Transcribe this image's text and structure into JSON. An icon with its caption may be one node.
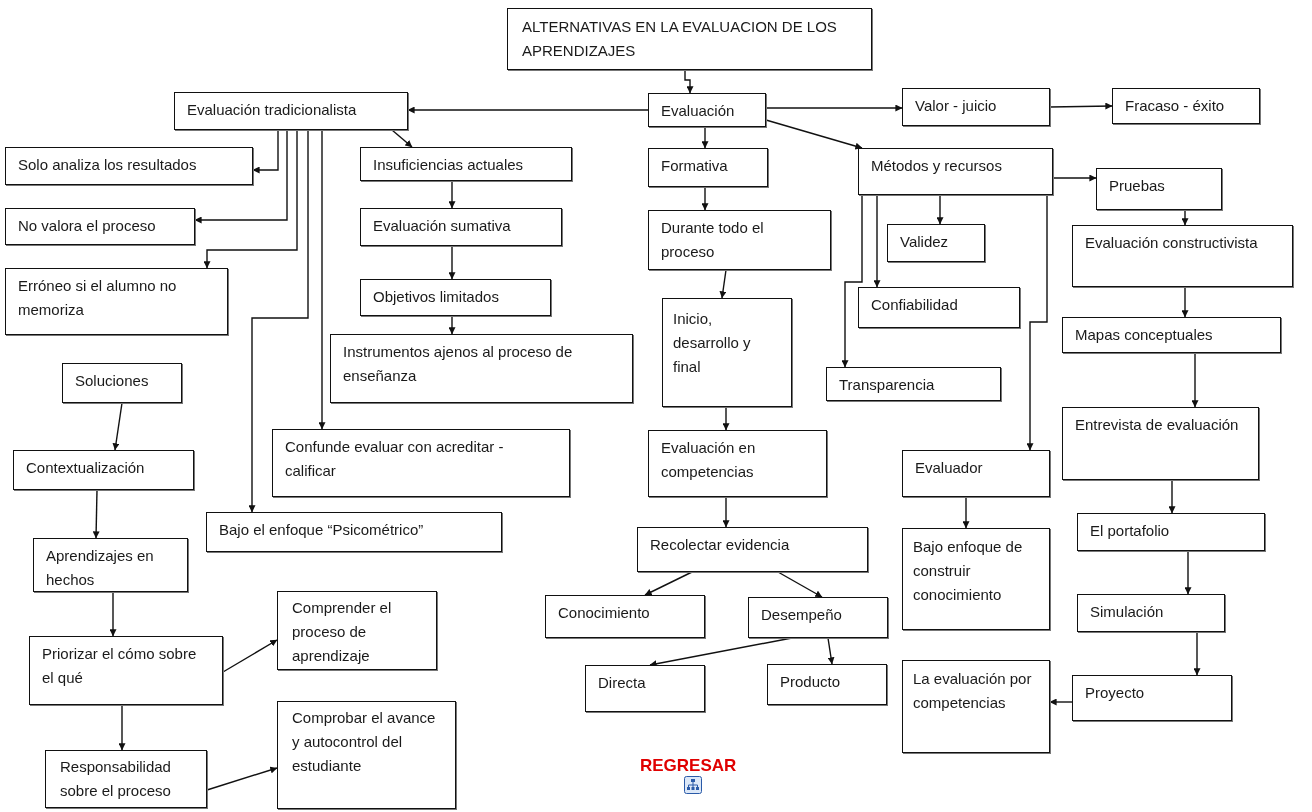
{
  "diagram": {
    "nodes": [
      {
        "text": [
          "ALTERNATIVAS EN LA EVALUACION DE LOS APRENDIZAJES"
        ]
      },
      {
        "text": [
          "Evaluación"
        ]
      },
      {
        "text": [
          "Evaluación tradicionalista"
        ]
      },
      {
        "text": [
          "Valor - juicio"
        ]
      },
      {
        "text": [
          "Fracaso - éxito"
        ]
      },
      {
        "text": [
          "Solo analiza los resultados"
        ]
      },
      {
        "text": [
          "Insuficiencias actuales"
        ]
      },
      {
        "text": [
          "Formativa"
        ]
      },
      {
        "text": [
          "Métodos y recursos"
        ]
      },
      {
        "text": [
          "Pruebas"
        ]
      },
      {
        "text": [
          "No valora el proceso"
        ]
      },
      {
        "text": [
          "Evaluación sumativa"
        ]
      },
      {
        "text": [
          "Durante todo el proceso"
        ]
      },
      {
        "text": [
          "Validez"
        ]
      },
      {
        "text": [
          "Evaluación constructivista"
        ]
      },
      {
        "text": [
          "Erróneo si el alumno no memoriza"
        ]
      },
      {
        "text": [
          "Objetivos limitados"
        ]
      },
      {
        "text": [
          "Inicio, desarrollo y final"
        ]
      },
      {
        "text": [
          "Confiabilidad"
        ]
      },
      {
        "text": [
          "Mapas conceptuales"
        ]
      },
      {
        "text": [
          "Instrumentos ajenos al proceso de enseñanza"
        ]
      },
      {
        "text": [
          "Soluciones"
        ]
      },
      {
        "text": [
          "Transparencia"
        ]
      },
      {
        "text": [
          "Entrevista de evaluación"
        ]
      },
      {
        "text": [
          "Confunde evaluar con acreditar - calificar"
        ]
      },
      {
        "text": [
          "Contextualización"
        ]
      },
      {
        "text": [
          "Evaluación en competencias"
        ]
      },
      {
        "text": [
          "Evaluador"
        ]
      },
      {
        "text": [
          "Bajo el enfoque “Psicométrico”"
        ]
      },
      {
        "text": [
          "El portafolio"
        ]
      },
      {
        "text": [
          "Recolectar evidencia"
        ]
      },
      {
        "text": [
          "Aprendizajes en hechos"
        ]
      },
      {
        "text": [
          "Bajo enfoque de construir conocimiento"
        ]
      },
      {
        "text": [
          "Conocimiento"
        ]
      },
      {
        "text": [
          "Desempeño"
        ]
      },
      {
        "text": [
          "Comprender el proceso de aprendizaje"
        ]
      },
      {
        "text": [
          "Simulación"
        ]
      },
      {
        "text": [
          "Priorizar el cómo sobre el qué"
        ]
      },
      {
        "text": [
          "Directa"
        ]
      },
      {
        "text": [
          "Producto"
        ]
      },
      {
        "text": [
          "La evaluación por competencias"
        ]
      },
      {
        "text": [
          "Proyecto"
        ]
      },
      {
        "text": [
          "Comprobar el avance y autocontrol del estudiante"
        ]
      },
      {
        "text": [
          "Responsabilidad sobre el proceso"
        ]
      }
    ],
    "edges": [
      {
        "from": 0,
        "to": 1,
        "arrow": "to"
      },
      {
        "from": 1,
        "to": 2,
        "arrow": "to"
      },
      {
        "from": 1,
        "to": 3,
        "arrow": "to"
      },
      {
        "from": 3,
        "to": 4,
        "arrow": "to"
      },
      {
        "from": 1,
        "to": 7,
        "arrow": "to"
      },
      {
        "from": 1,
        "to": 8,
        "arrow": "to"
      },
      {
        "from": 2,
        "to": 5,
        "arrow": "to"
      },
      {
        "from": 2,
        "to": 10,
        "arrow": "to"
      },
      {
        "from": 2,
        "to": 15,
        "arrow": "to"
      },
      {
        "from": 2,
        "to": 28,
        "arrow": "to"
      },
      {
        "from": 2,
        "to": 24,
        "arrow": "to"
      },
      {
        "from": 2,
        "to": 6,
        "arrow": "to"
      },
      {
        "from": 6,
        "to": 11,
        "arrow": "to"
      },
      {
        "from": 11,
        "to": 16,
        "arrow": "to"
      },
      {
        "from": 16,
        "to": 20,
        "arrow": "to"
      },
      {
        "from": 7,
        "to": 12,
        "arrow": "to"
      },
      {
        "from": 12,
        "to": 17,
        "arrow": "to"
      },
      {
        "from": 17,
        "to": 26,
        "arrow": "to"
      },
      {
        "from": 26,
        "to": 30,
        "arrow": "to"
      },
      {
        "from": 30,
        "to": 33,
        "arrow": "to"
      },
      {
        "from": 30,
        "to": 34,
        "arrow": "to"
      },
      {
        "from": 34,
        "to": 38,
        "arrow": "to"
      },
      {
        "from": 34,
        "to": 39,
        "arrow": "to"
      },
      {
        "from": 8,
        "to": 9,
        "arrow": "to"
      },
      {
        "from": 8,
        "to": 13,
        "arrow": "to"
      },
      {
        "from": 8,
        "to": 18,
        "arrow": "to"
      },
      {
        "from": 8,
        "to": 22,
        "arrow": "to"
      },
      {
        "from": 8,
        "to": 27,
        "arrow": "to"
      },
      {
        "from": 9,
        "to": 14,
        "arrow": "to"
      },
      {
        "from": 14,
        "to": 19,
        "arrow": "to"
      },
      {
        "from": 19,
        "to": 23,
        "arrow": "to"
      },
      {
        "from": 23,
        "to": 29,
        "arrow": "to"
      },
      {
        "from": 29,
        "to": 36,
        "arrow": "to"
      },
      {
        "from": 36,
        "to": 41,
        "arrow": "to"
      },
      {
        "from": 41,
        "to": 40,
        "arrow": "to"
      },
      {
        "from": 27,
        "to": 32,
        "arrow": "to"
      },
      {
        "from": 21,
        "to": 25,
        "arrow": "to"
      },
      {
        "from": 25,
        "to": 31,
        "arrow": "to"
      },
      {
        "from": 31,
        "to": 37,
        "arrow": "to"
      },
      {
        "from": 37,
        "to": 35,
        "arrow": "to"
      },
      {
        "from": 37,
        "to": 43,
        "arrow": "to"
      },
      {
        "from": 43,
        "to": 42,
        "arrow": "to"
      }
    ],
    "labels": [
      "REGRESAR"
    ]
  }
}
